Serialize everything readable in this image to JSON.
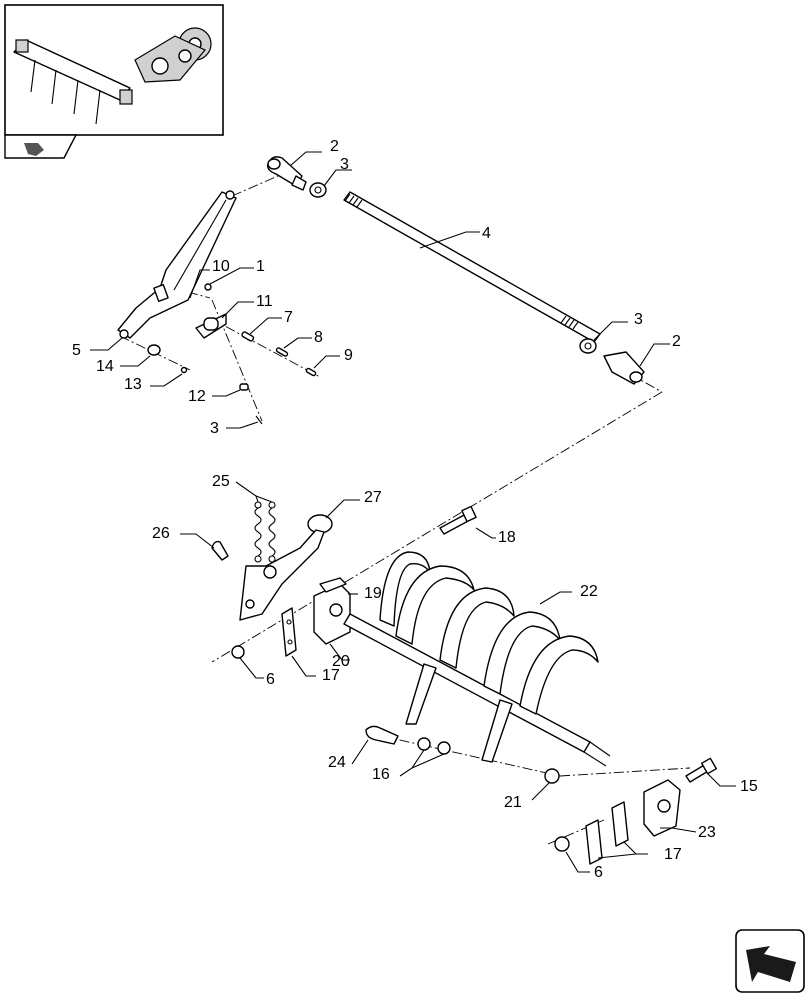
{
  "diagram": {
    "labels": {
      "c2a": "2",
      "c3a": "3",
      "c4": "4",
      "c3b": "3",
      "c2b": "2",
      "c10": "10",
      "c1": "1",
      "c11": "11",
      "c7": "7",
      "c8": "8",
      "c9": "9",
      "c5": "5",
      "c14": "14",
      "c13": "13",
      "c12": "12",
      "c3c": "3",
      "c25": "25",
      "c27": "27",
      "c26": "26",
      "c18": "18",
      "c19": "19",
      "c22": "22",
      "c6a": "6",
      "c17a": "17",
      "c20": "20",
      "c24": "24",
      "c16": "16",
      "c21": "21",
      "c15": "15",
      "c23": "23",
      "c17b": "17",
      "c6b": "6"
    }
  }
}
